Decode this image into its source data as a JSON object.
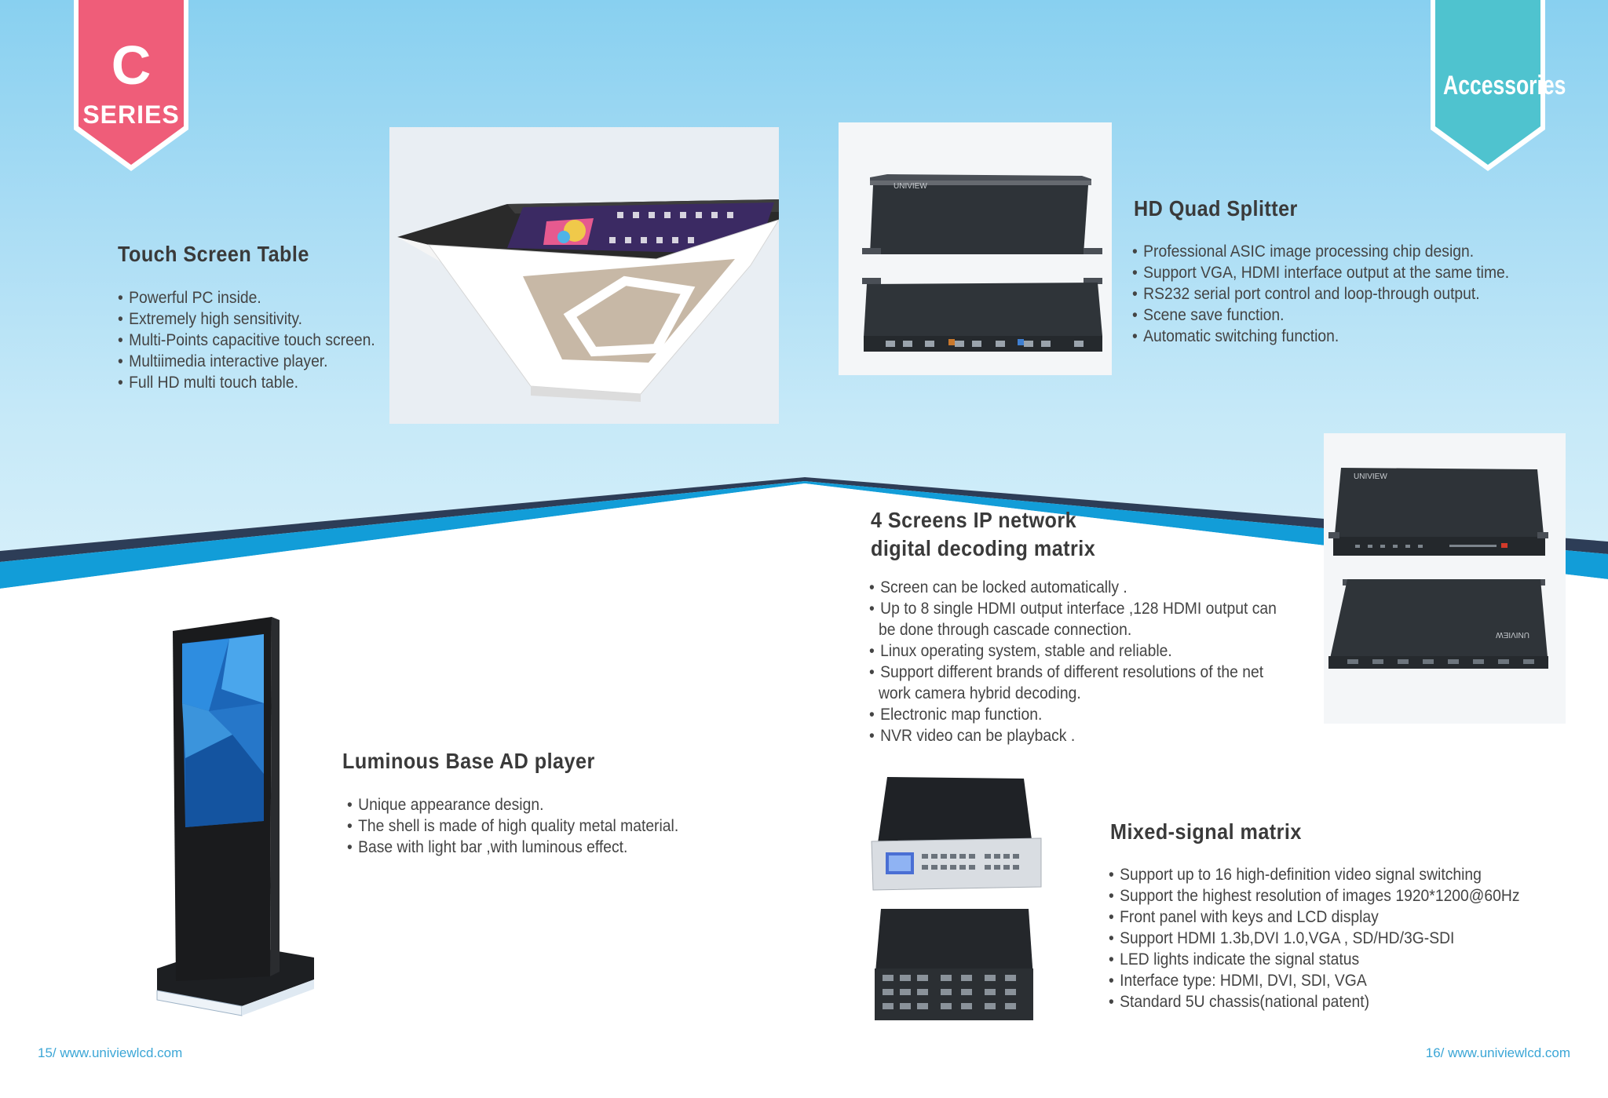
{
  "left_ribbon": {
    "letter": "C",
    "label": "SERIES",
    "color": "#ef5d79"
  },
  "right_ribbon": {
    "label": "Accessories",
    "color": "#4fc3cf"
  },
  "products": {
    "touch_table": {
      "title": "Touch Screen Table",
      "bullets": [
        "Powerful PC inside.",
        "Extremely high sensitivity.",
        "Multi-Points capacitive touch screen.",
        "Multiimedia interactive player.",
        "Full HD multi touch table."
      ]
    },
    "quad_splitter": {
      "title": "HD Quad Splitter",
      "bullets": [
        "Professional ASIC image processing chip design.",
        "Support VGA,  HDMI interface output at the same time.",
        "RS232 serial port control and loop-through output.",
        "Scene save function.",
        "Automatic switching function."
      ]
    },
    "decoding_matrix": {
      "title_line1": "4 Screens IP network",
      "title_line2": "digital decoding matrix",
      "bullets": [
        "Screen can be locked automatically .",
        "Up to 8 single HDMI output interface ,128 HDMI output can",
        "be done through cascade connection.",
        "Linux operating system,  stable and reliable.",
        "Support different brands of different resolutions of the net",
        " work camera hybrid decoding.",
        "Electronic map function.",
        "NVR video can be playback ."
      ]
    },
    "ad_player": {
      "title": "Luminous Base AD player",
      "bullets": [
        "Unique appearance design.",
        "The shell is made of high quality metal material.",
        "Base with light bar ,with luminous effect."
      ]
    },
    "mixed_signal": {
      "title": "Mixed-signal matrix",
      "bullets": [
        "Support up to 16 high-definition video signal switching",
        "Support the highest resolution of images 1920*1200@60Hz",
        "Front panel with keys and LCD display",
        "Support HDMI 1.3b,DVI 1.0,VGA , SD/HD/3G-SDI",
        "LED lights indicate the signal status",
        "Interface type: HDMI, DVI, SDI, VGA",
        "Standard 5U chassis(national patent)"
      ]
    }
  },
  "device_brand": "UNIVIEW",
  "footer": {
    "left": "15/ www.univiewlcd.com",
    "right": "16/ www.univiewlcd.com"
  },
  "colors": {
    "sky": "#a8dcf4",
    "band_dark": "#2d3d57",
    "band_blue": "#129dd8",
    "accent_pink": "#ef5d79",
    "accent_teal": "#4fc3cf",
    "footer_text": "#3ba6d6"
  }
}
